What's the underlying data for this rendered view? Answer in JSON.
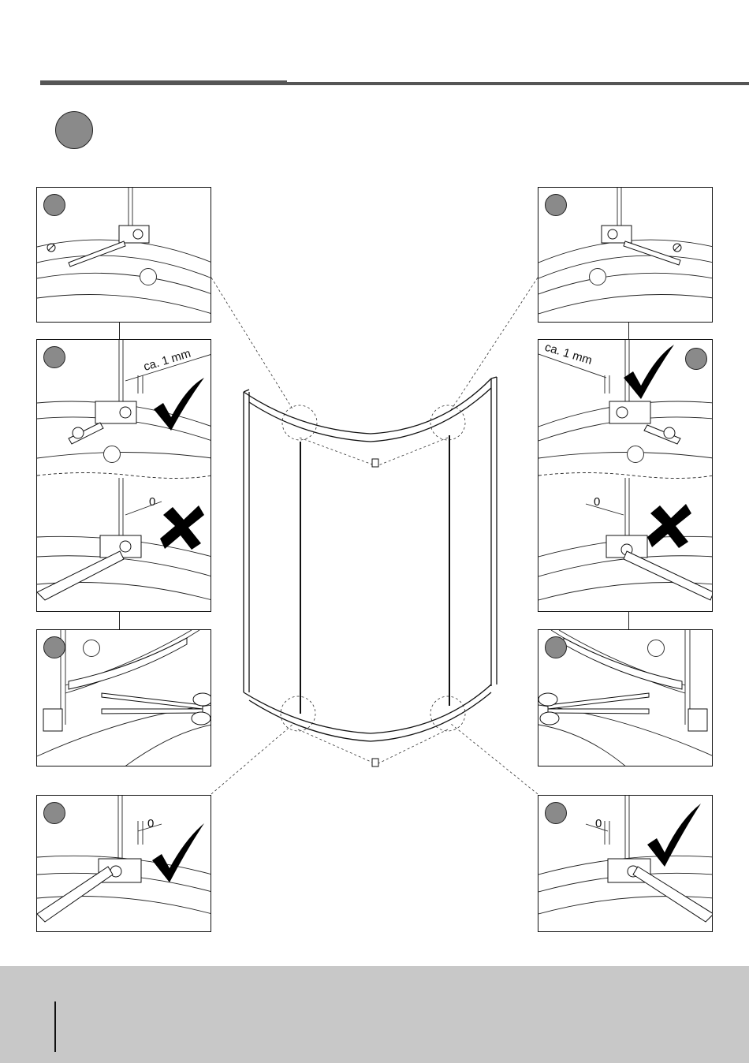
{
  "header": {
    "step_badge_icon": "step-number-circle-icon",
    "accent_color": "#8a8a8a",
    "rule_color": "#555555"
  },
  "panels": {
    "left_top": {
      "label": "",
      "icon": "bracket-screw-detail"
    },
    "left_ca": {
      "dimension": "ca. 1  mm",
      "verdict_icon": "checkmark-icon"
    },
    "left_zero_bad": {
      "dimension": "0",
      "verdict_icon": "x-mark-icon"
    },
    "left_seal": {
      "icon": "scissors-icon"
    },
    "left_zero_good": {
      "dimension": "0",
      "verdict_icon": "checkmark-icon"
    },
    "right_top": {
      "icon": "bracket-screw-detail"
    },
    "right_ca": {
      "dimension": "ca. 1  mm",
      "verdict_icon": "checkmark-icon"
    },
    "right_zero_bad": {
      "dimension": "0",
      "verdict_icon": "x-mark-icon"
    },
    "right_seal": {
      "icon": "scissors-icon"
    },
    "right_zero_good": {
      "dimension": "0",
      "verdict_icon": "checkmark-icon"
    }
  },
  "center_drawing": {
    "icon": "quadrant-shower-enclosure-illustration"
  },
  "footer": {
    "color": "#c8c8c8"
  }
}
